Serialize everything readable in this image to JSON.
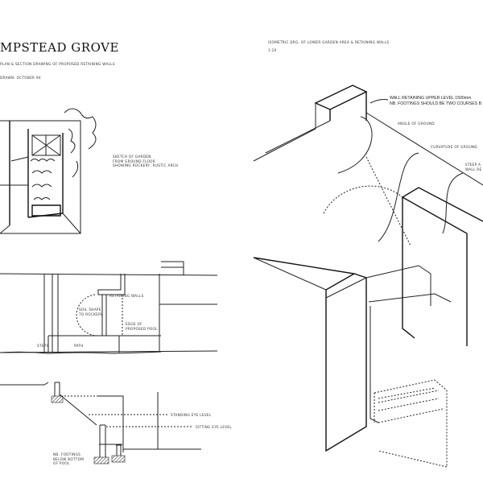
{
  "left_sheet": {
    "title": "MPSTEAD GROVE",
    "subtitle": "PLAN & SECTION DRAWING OF PROPOSED RETAINING WALLS",
    "date_line": "DRAWN. OCTOBER 94",
    "sketch_note": [
      "SKETCH OF GARDEN",
      "FROM GROUND FLOOR",
      "SHOWING ROCKERY, RUSTIC ARCH"
    ],
    "plan_labels": {
      "retaining_walls": "RETAINING WALLS",
      "soil_shape": [
        "SOIL SHAPE",
        "TO ROCKERY"
      ],
      "edge_of_pool": [
        "EDGE OF",
        "PROPOSED POOL"
      ],
      "steps": "STEPS",
      "path": "PATH"
    },
    "section_labels": {
      "standing_eye_level": "STANDING EYE LEVEL",
      "sitting_eye_level": "SITTING EYE LEVEL",
      "footings_note": [
        "NB. FOOTINGS",
        "BELOW BOTTOM",
        "OF POOL"
      ]
    }
  },
  "right_sheet": {
    "title": "ISOMETRIC DRG. OF LOWER GARDEN AREA & RETAINING WALLS",
    "scale": "1:20",
    "annotations": {
      "wall_retaining": [
        "WALL RETAINING UPPER LEVEL 1500mm",
        "NB. FOOTINGS SHOULD BE TWO COURSES B"
      ],
      "angle_of_ground": "ANGLE OF GROUND",
      "curvature_of_ground": "CURVATURE OF GROUND",
      "steep": [
        "STEEP A",
        "WALL RE"
      ]
    }
  }
}
